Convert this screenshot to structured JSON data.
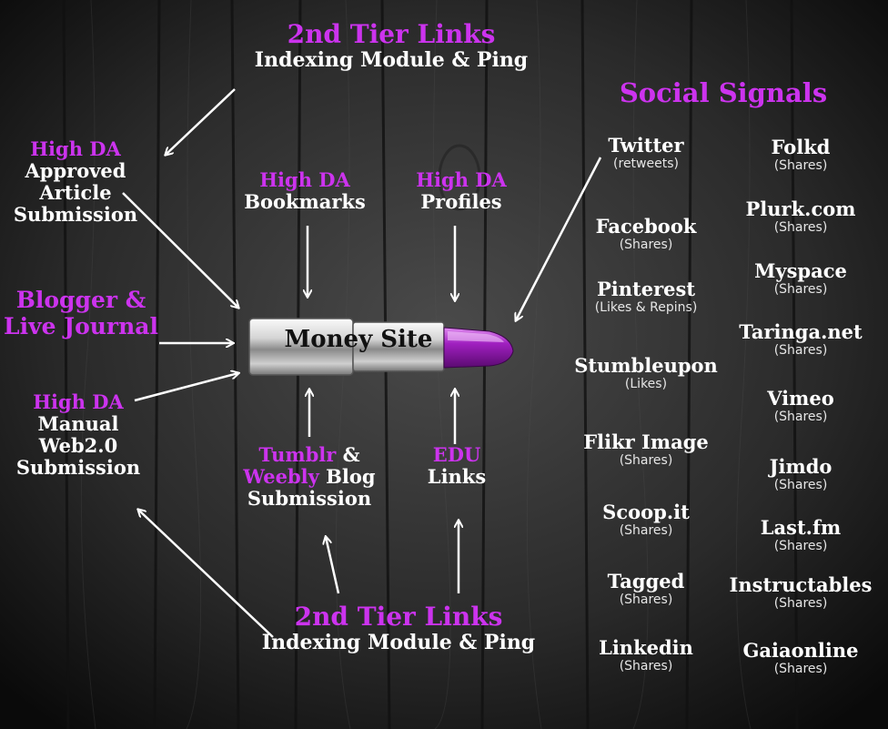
{
  "colors": {
    "accent": "#cc33ee",
    "text": "#ffffff",
    "background": "#1a1a1a"
  },
  "top_tier": {
    "title": "2nd Tier Links",
    "subtitle": "Indexing Module & Ping"
  },
  "bottom_tier": {
    "title": "2nd Tier Links",
    "subtitle": "Indexing Module & Ping"
  },
  "money_site": "Money Site",
  "nodes": {
    "article": {
      "accent": "High DA",
      "lines": [
        "Approved",
        "Article",
        "Submission"
      ]
    },
    "blogger": {
      "line1": "Blogger &",
      "line2": "Live Journal"
    },
    "web20": {
      "accent": "High DA",
      "lines": [
        "Manual",
        "Web2.0",
        "Submission"
      ]
    },
    "bookmarks": {
      "accent": "High DA",
      "label": "Bookmarks"
    },
    "profiles": {
      "accent": "High DA",
      "label": "Profiles"
    },
    "tumblr": {
      "name1": "Tumblr",
      "amp": " &",
      "name2": "Weebly",
      "rest": " Blog",
      "line3": "Submission"
    },
    "edu": {
      "accent": "EDU",
      "label": "Links"
    }
  },
  "social": {
    "title": "Social Signals",
    "left": [
      {
        "name": "Twitter",
        "sub": "(retweets)"
      },
      {
        "name": "Facebook",
        "sub": "(Shares)"
      },
      {
        "name": "Pinterest",
        "sub": "(Likes & Repins)"
      },
      {
        "name": "Stumbleupon",
        "sub": "(Likes)"
      },
      {
        "name": "Flikr Image",
        "sub": "(Shares)"
      },
      {
        "name": "Scoop.it",
        "sub": "(Shares)"
      },
      {
        "name": "Tagged",
        "sub": "(Shares)"
      },
      {
        "name": "Linkedin",
        "sub": "(Shares)"
      }
    ],
    "right": [
      {
        "name": "Folkd",
        "sub": "(Shares)"
      },
      {
        "name": "Plurk.com",
        "sub": "(Shares)"
      },
      {
        "name": "Myspace",
        "sub": "(Shares)"
      },
      {
        "name": "Taringa.net",
        "sub": "(Shares)"
      },
      {
        "name": "Vimeo",
        "sub": "(Shares)"
      },
      {
        "name": "Jimdo",
        "sub": "(Shares)"
      },
      {
        "name": "Last.fm",
        "sub": "(Shares)"
      },
      {
        "name": "Instructables",
        "sub": "(Shares)"
      },
      {
        "name": "Gaiaonline",
        "sub": "(Shares)"
      }
    ]
  }
}
